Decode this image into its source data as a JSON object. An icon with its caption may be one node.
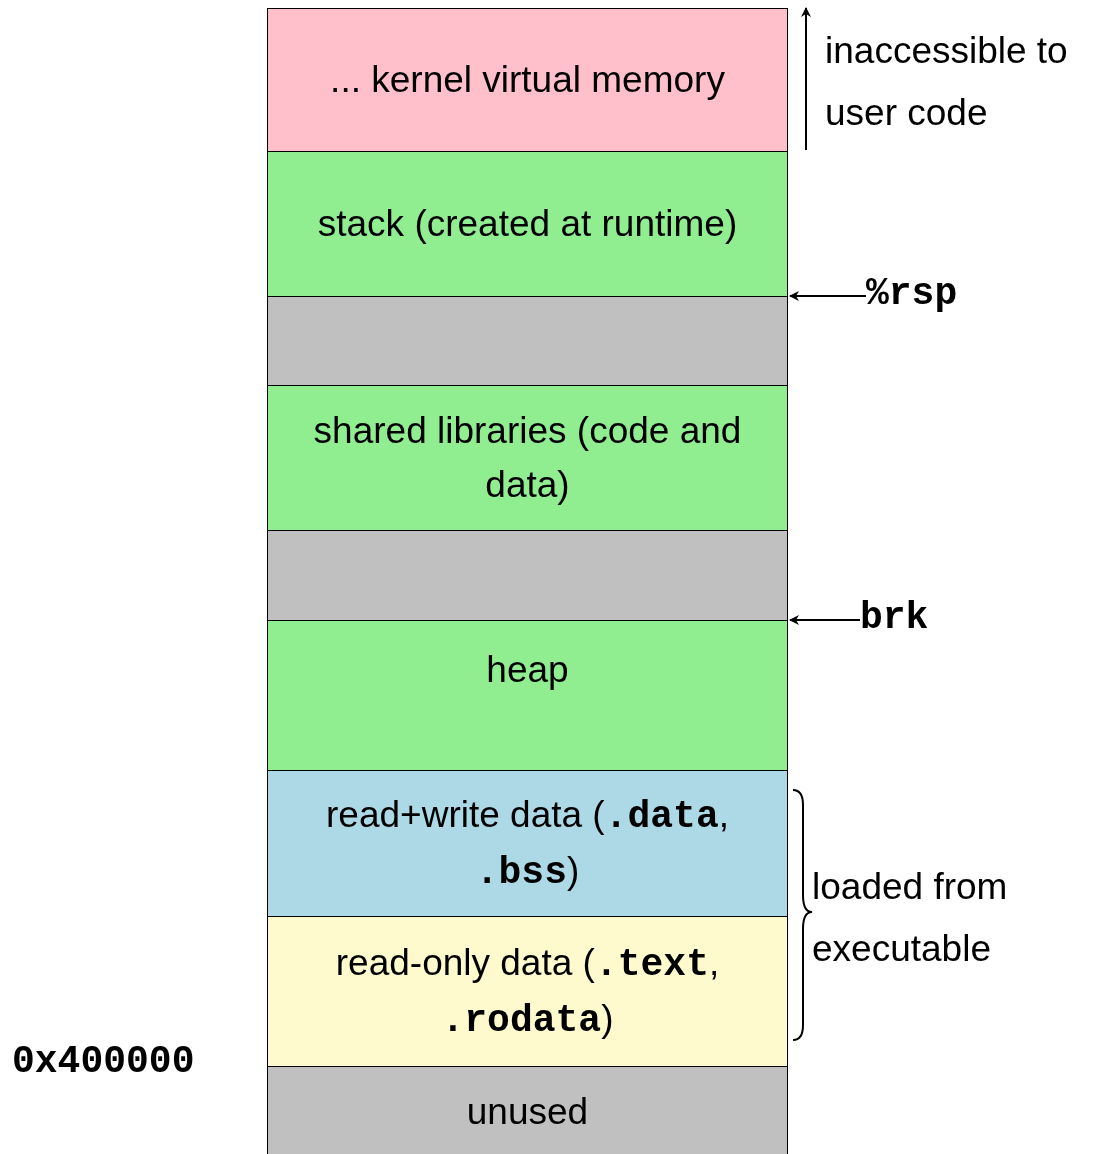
{
  "diagram": {
    "nodes": [
      {
        "text": [
          "... kernel virtual memory"
        ]
      },
      {
        "text": [
          "stack (created at runtime)"
        ]
      },
      {
        "text": [],
        "shape": "box"
      },
      {
        "text": [
          "shared libraries (code and data)"
        ]
      },
      {
        "text": [],
        "shape": "box"
      },
      {
        "text": [
          "heap"
        ]
      },
      {
        "text": [
          "read+write data (**.data**, **.bss**)"
        ]
      },
      {
        "text": [
          "read-only data (**.text**, **.rodata**)"
        ]
      },
      {
        "text": [
          "unused"
        ]
      },
      {
        "text": [
          "%rsp"
        ]
      },
      {
        "text": [
          "brk"
        ]
      }
    ],
    "edges": [
      {
        "from": 9,
        "to": 2,
        "arrow": "to"
      },
      {
        "from": 10,
        "to": 4,
        "arrow": "to"
      }
    ],
    "labels": [
      "inaccessible to user code",
      "loaded from executable",
      "0x400000"
    ]
  }
}
